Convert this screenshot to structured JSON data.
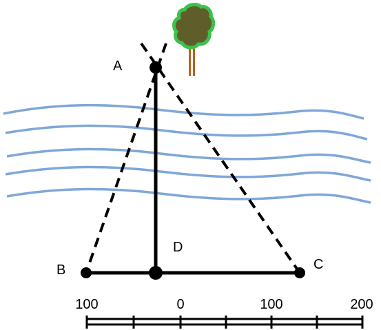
{
  "diagram": {
    "points": {
      "A": "A",
      "B": "B",
      "C": "C",
      "D": "D"
    },
    "scale_bar": {
      "tick_labels": [
        "100",
        "0",
        "100",
        "200"
      ]
    }
  },
  "colors": {
    "water": "#7fa7d8",
    "tree_leaf_outer": "#3cc24b",
    "tree_leaf_inner": "#5f5e2a",
    "tree_trunk": "#b5651d",
    "lines": "#000000"
  }
}
